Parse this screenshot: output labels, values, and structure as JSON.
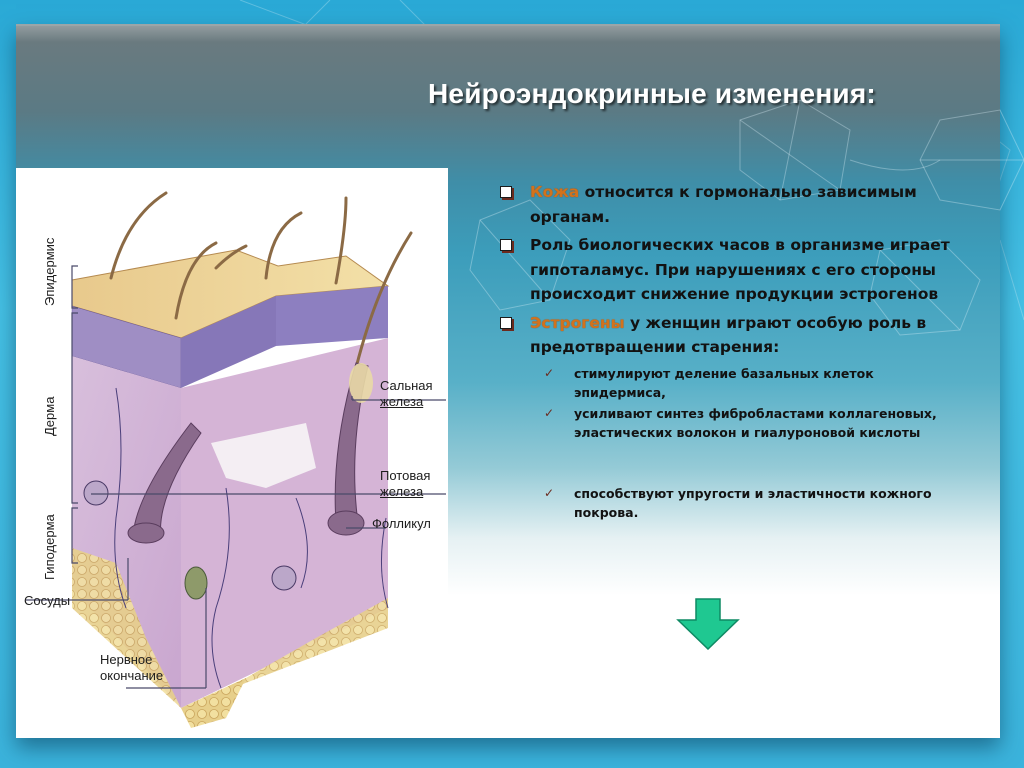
{
  "slide": {
    "title": "Нейроэндокринные изменения:",
    "colors": {
      "background": "#3bb3dc",
      "title_text": "#ffffff",
      "body_text": "#121212",
      "highlight": "#d2721c",
      "bullet_shadow": "#6b2a1e",
      "arrow": "#1fc891"
    },
    "bullets": [
      {
        "highlight": "Кожа",
        "text": " относится к гормонально зависимым органам."
      },
      {
        "highlight": "",
        "text": "Роль биологических часов в организме играет гипоталамус. При нарушениях с его стороны происходит снижение продукции эстрогенов"
      },
      {
        "highlight": "Эстрогены",
        "text": " у женщин играют особую роль в предотвращении старения:"
      }
    ],
    "sub_bullets": [
      "стимулируют деление базальных клеток эпидермиса,",
      "усиливают синтез фибробластами коллагеновых, эластических волокон и гиалуроновой кислоты",
      "способствуют упругости и эластичности кожного покрова."
    ],
    "arrow_icon": "down-arrow-icon"
  },
  "diagram": {
    "layer_labels": [
      "Эпидермис",
      "Дерма",
      "Гиподерма"
    ],
    "labels": {
      "sebaceous_1": "Сальная",
      "sebaceous_2": "железа",
      "sweat_1": "Потовая",
      "sweat_2": "железа",
      "follicle": "Фолликул",
      "vessels": "Сосуды",
      "nerve_1": "Нервное",
      "nerve_2": "окончание"
    }
  }
}
